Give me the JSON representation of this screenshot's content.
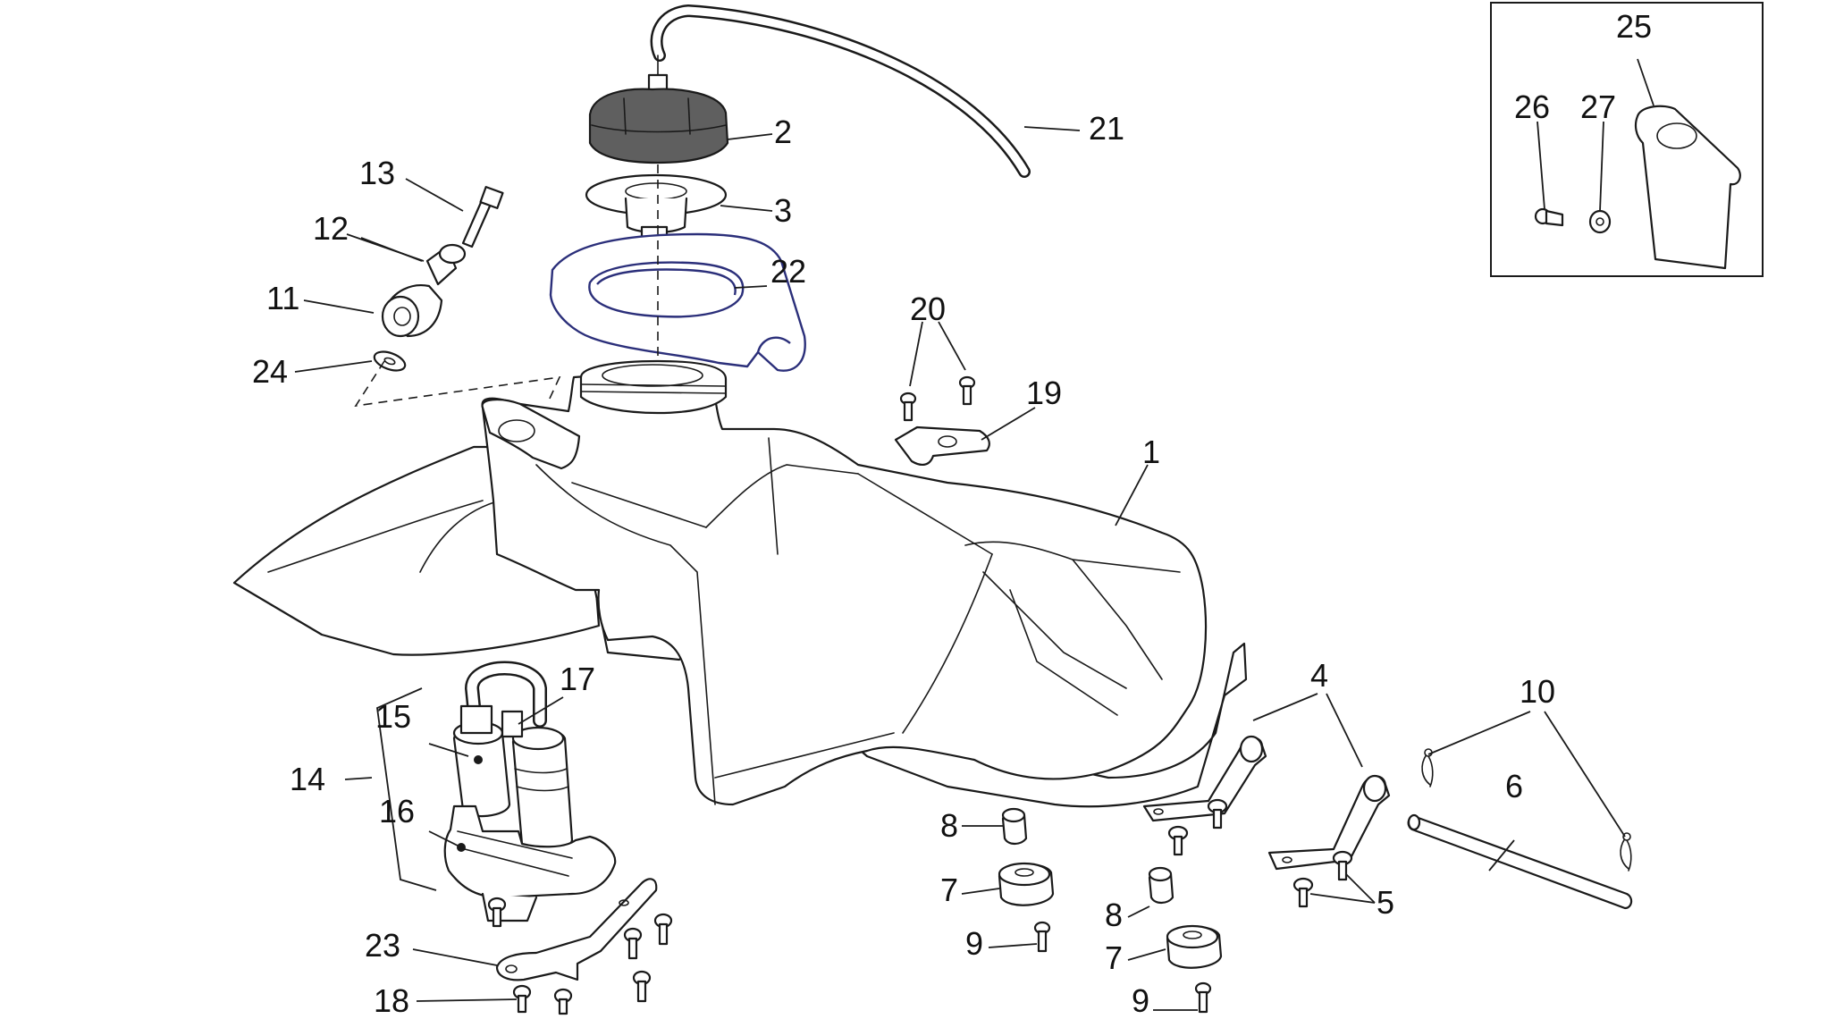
{
  "callouts": {
    "c1": "1",
    "c2": "2",
    "c3": "3",
    "c4": "4",
    "c5": "5",
    "c6": "6",
    "c7a": "7",
    "c7b": "7",
    "c8a": "8",
    "c8b": "8",
    "c9a": "9",
    "c9b": "9",
    "c10": "10",
    "c11": "11",
    "c12": "12",
    "c13": "13",
    "c14": "14",
    "c15": "15",
    "c16": "16",
    "c17": "17",
    "c18": "18",
    "c19": "19",
    "c20": "20",
    "c21": "21",
    "c22": "22",
    "c23": "23",
    "c24": "24",
    "c25": "25",
    "c26": "26",
    "c27": "27"
  },
  "colors": {
    "line": "#1a1a1a",
    "cap_fill": "#5f5f5f",
    "cover_outline": "#2b2f7a",
    "background": "#ffffff"
  }
}
